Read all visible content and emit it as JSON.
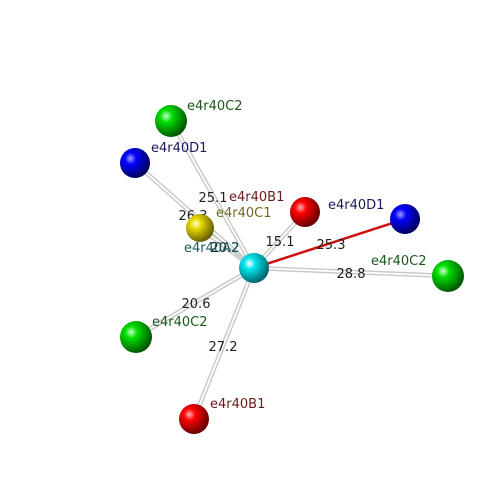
{
  "center": {
    "label": "e4r40A2",
    "color": "#00e5ee"
  },
  "atoms": [
    {
      "id": "c2_top",
      "label": "e4r40C2",
      "distance": "25.1",
      "element": "C2"
    },
    {
      "id": "d1_left",
      "label": "e4r40D1",
      "distance": "26.3",
      "element": "D1"
    },
    {
      "id": "c1_yellow",
      "label": "e4r40C1",
      "distance": "20.2",
      "element": "C1"
    },
    {
      "id": "b1_top",
      "label": "e4r40B1",
      "distance": "15.1",
      "element": "B1"
    },
    {
      "id": "d1_right",
      "label": "e4r40D1",
      "distance": "25.3",
      "element": "D1",
      "highlight": true
    },
    {
      "id": "c2_right",
      "label": "e4r40C2",
      "distance": "28.8",
      "element": "C2"
    },
    {
      "id": "c2_left",
      "label": "e4r40C2",
      "distance": "20.6",
      "element": "C2"
    },
    {
      "id": "b1_bottom",
      "label": "e4r40B1",
      "distance": "27.2",
      "element": "B1"
    }
  ],
  "colors": {
    "B1": {
      "fill": "#ff0000",
      "text": "#6b1a1a"
    },
    "C1": {
      "fill": "#e6d800",
      "text": "#6b6b1a"
    },
    "C2": {
      "fill": "#00dd00",
      "text": "#1a5a1a"
    },
    "D1": {
      "fill": "#0000ff",
      "text": "#1a1a5a"
    },
    "bond": "#c8c8c8",
    "highlight_bond": "#cc1111"
  }
}
